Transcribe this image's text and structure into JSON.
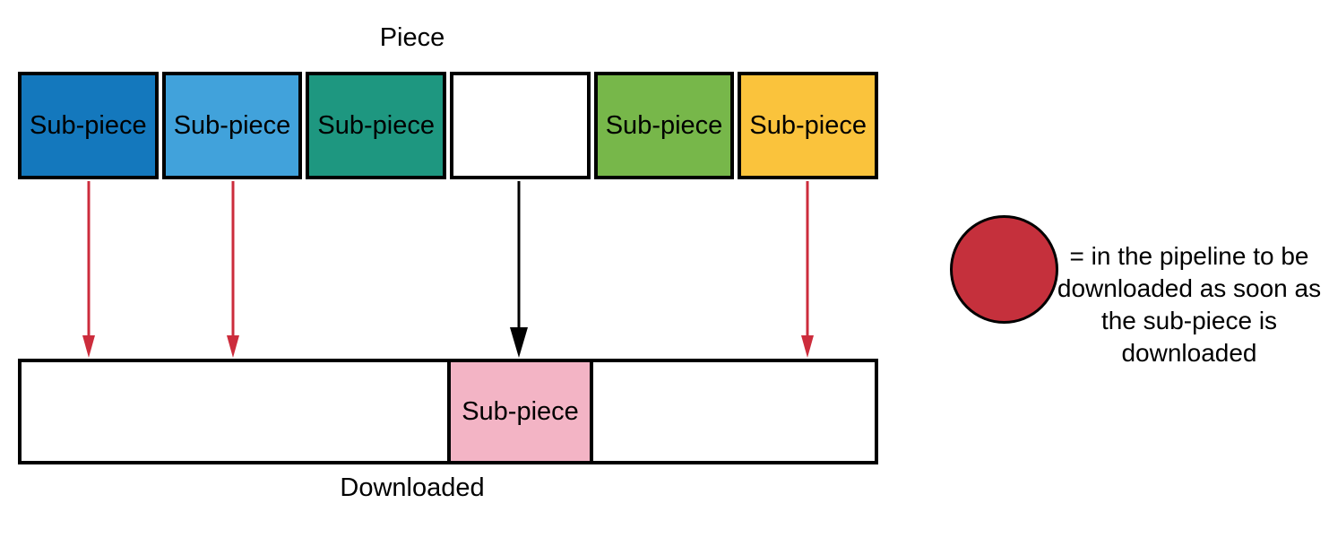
{
  "labels": {
    "piece": "Piece",
    "downloaded": "Downloaded"
  },
  "boxes": [
    {
      "label": "Sub-piece",
      "fill": "#1478BD",
      "arrow": "red"
    },
    {
      "label": "Sub-piece",
      "fill": "#41A2DB",
      "arrow": "red"
    },
    {
      "label": "Sub-piece",
      "fill": "#1E9780",
      "arrow": "none"
    },
    {
      "label": "",
      "fill": "#FFFFFF",
      "arrow": "black"
    },
    {
      "label": "Sub-piece",
      "fill": "#77B74A",
      "arrow": "none"
    },
    {
      "label": "Sub-piece",
      "fill": "#FAC33C",
      "arrow": "red"
    }
  ],
  "arrows": {
    "red": "#CC2C3C",
    "black": "#000000"
  },
  "downloaded": {
    "sub_piece_label": "Sub-piece",
    "sub_piece_fill": "#F3B4C5"
  },
  "legend": {
    "circle_fill": "#C5303C",
    "lines": [
      "= in the pipeline to be",
      "downloaded as soon as",
      "the sub-piece is",
      "downloaded"
    ]
  }
}
